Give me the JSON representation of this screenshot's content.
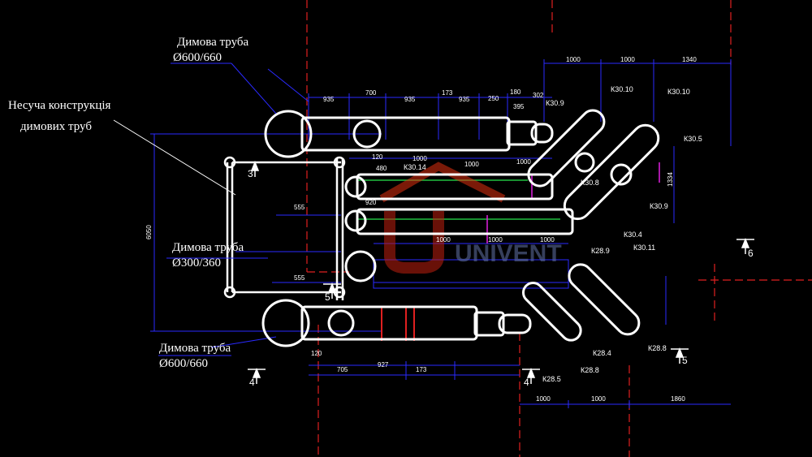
{
  "labels": {
    "pipe_top": "Димова труба",
    "pipe_top_dia": "Ø600/660",
    "structure_1": "Несуча конструкція",
    "structure_2": "димових труб",
    "pipe_mid": "Димова труба",
    "pipe_mid_dia": "Ø300/360",
    "pipe_bot": "Димова труба",
    "pipe_bot_dia": "Ø600/660"
  },
  "watermark": "UNIVENT",
  "section_marks": [
    "3",
    "5",
    "6",
    "4",
    "4",
    "5"
  ],
  "top_dims": [
    "1000",
    "1000",
    "1340"
  ],
  "row1_dims": [
    "935",
    "700",
    "935",
    "173",
    "935",
    "250",
    "180",
    "395",
    "302"
  ],
  "row2_dims": [
    "120",
    "480",
    "1000",
    "1000",
    "1000",
    "920",
    "555",
    "1000",
    "1000",
    "1000",
    "555"
  ],
  "bottom_dims": [
    "120",
    "705",
    "927",
    "173",
    "1000",
    "1000",
    "1860"
  ],
  "side_dims": [
    "6050",
    "1334"
  ],
  "markers": [
    "К30.9",
    "К30.10",
    "К30.10",
    "К30.5",
    "К30.14",
    "К30.8",
    "К30.9",
    "К30.4",
    "К30.11",
    "К28.9",
    "К28.4",
    "К28.8",
    "К28.5",
    "К28.8"
  ],
  "colors": {
    "background": "#000000",
    "lines": "#ffffff",
    "dimensions": "#2a2aff",
    "axis": "#e02020",
    "magenta": "#e020e0",
    "green": "#20c040"
  }
}
